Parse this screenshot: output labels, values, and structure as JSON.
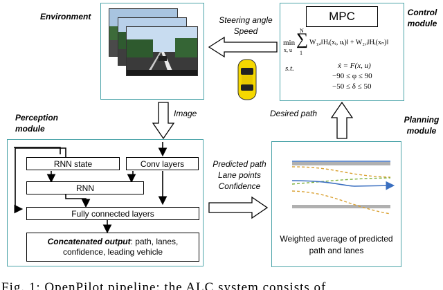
{
  "environment": {
    "title": "Environment",
    "stack_images": [
      "road-photo-back-icon",
      "road-photo-middle-icon",
      "road-photo-front-icon"
    ]
  },
  "control": {
    "title_line1": "Control",
    "title_line2": "module",
    "mpc_label": "MPC",
    "objective_min": "min",
    "objective_min_sub": "x, u",
    "sum_upper": "N",
    "sum_lower": "1",
    "objective_terms": "W₁,ᵢ‖Hᵢ(xᵢ, uᵢ)‖ + W₂,ᵢ‖Hᵢ(xₙ)‖",
    "st_label": "s.t.",
    "constraint_dynamics": "ẋ = F(x, u)",
    "constraint_phi": "−90 ≤ φ ≤ 90",
    "constraint_delta": "−50 ≤ δ ≤ 50"
  },
  "steering": {
    "line1": "Steering angle",
    "line2": "Speed"
  },
  "image_label": "Image",
  "desired_path_label": "Desired path",
  "perception": {
    "title_line1": "Perception",
    "title_line2": "module",
    "rnn_state": "RNN state",
    "conv_layers": "Conv layers",
    "rnn": "RNN",
    "fc_layers": "Fully connected layers",
    "output_bold": "Concatenated output",
    "output_rest1": ": path, lanes,",
    "output_rest2": "confidence, leading vehicle"
  },
  "predicted": {
    "line1": "Predicted path",
    "line2": "Lane points",
    "line3": "Confidence"
  },
  "planning": {
    "title_line1": "Planning",
    "title_line2": "module",
    "caption_line1": "Weighted average of predicted",
    "caption_line2": "path and lanes"
  },
  "colors": {
    "module_border": "#4aa3a8",
    "car_yellow": "#f5d800",
    "lane_orange": "#d9a030",
    "lane_green": "#7ab03a",
    "path_blue": "#3a6fc0"
  },
  "caption_fragment": "Fig. 1: OpenPilot pipeline: the ALC system consists of"
}
